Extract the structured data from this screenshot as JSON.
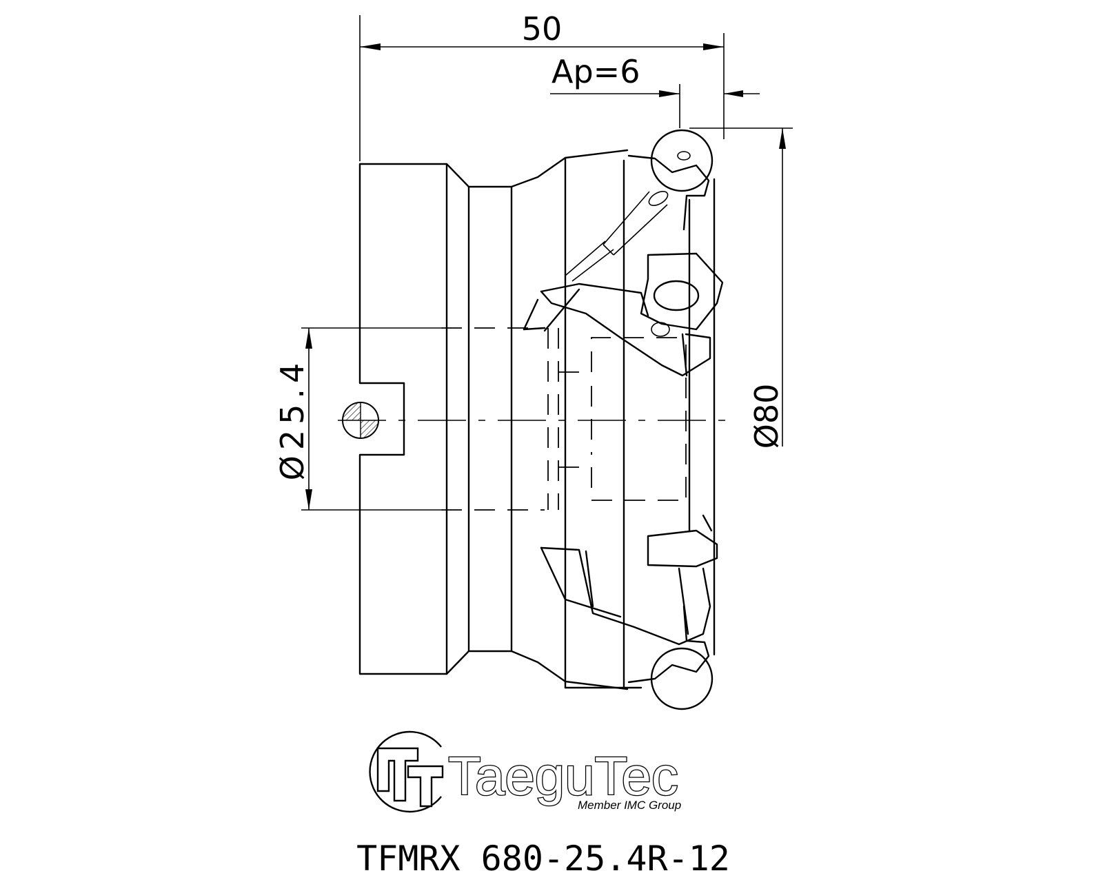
{
  "dimensions": {
    "length": "50",
    "ap": "Ap=6",
    "bore_diameter": "Ø25.4",
    "outer_diameter": "Ø80"
  },
  "brand": {
    "name": "TaeguTec",
    "tagline": "Member IMC Group"
  },
  "model_code": "TFMRX 680-25.4R-12",
  "colors": {
    "line": "#000000",
    "background": "#ffffff"
  }
}
